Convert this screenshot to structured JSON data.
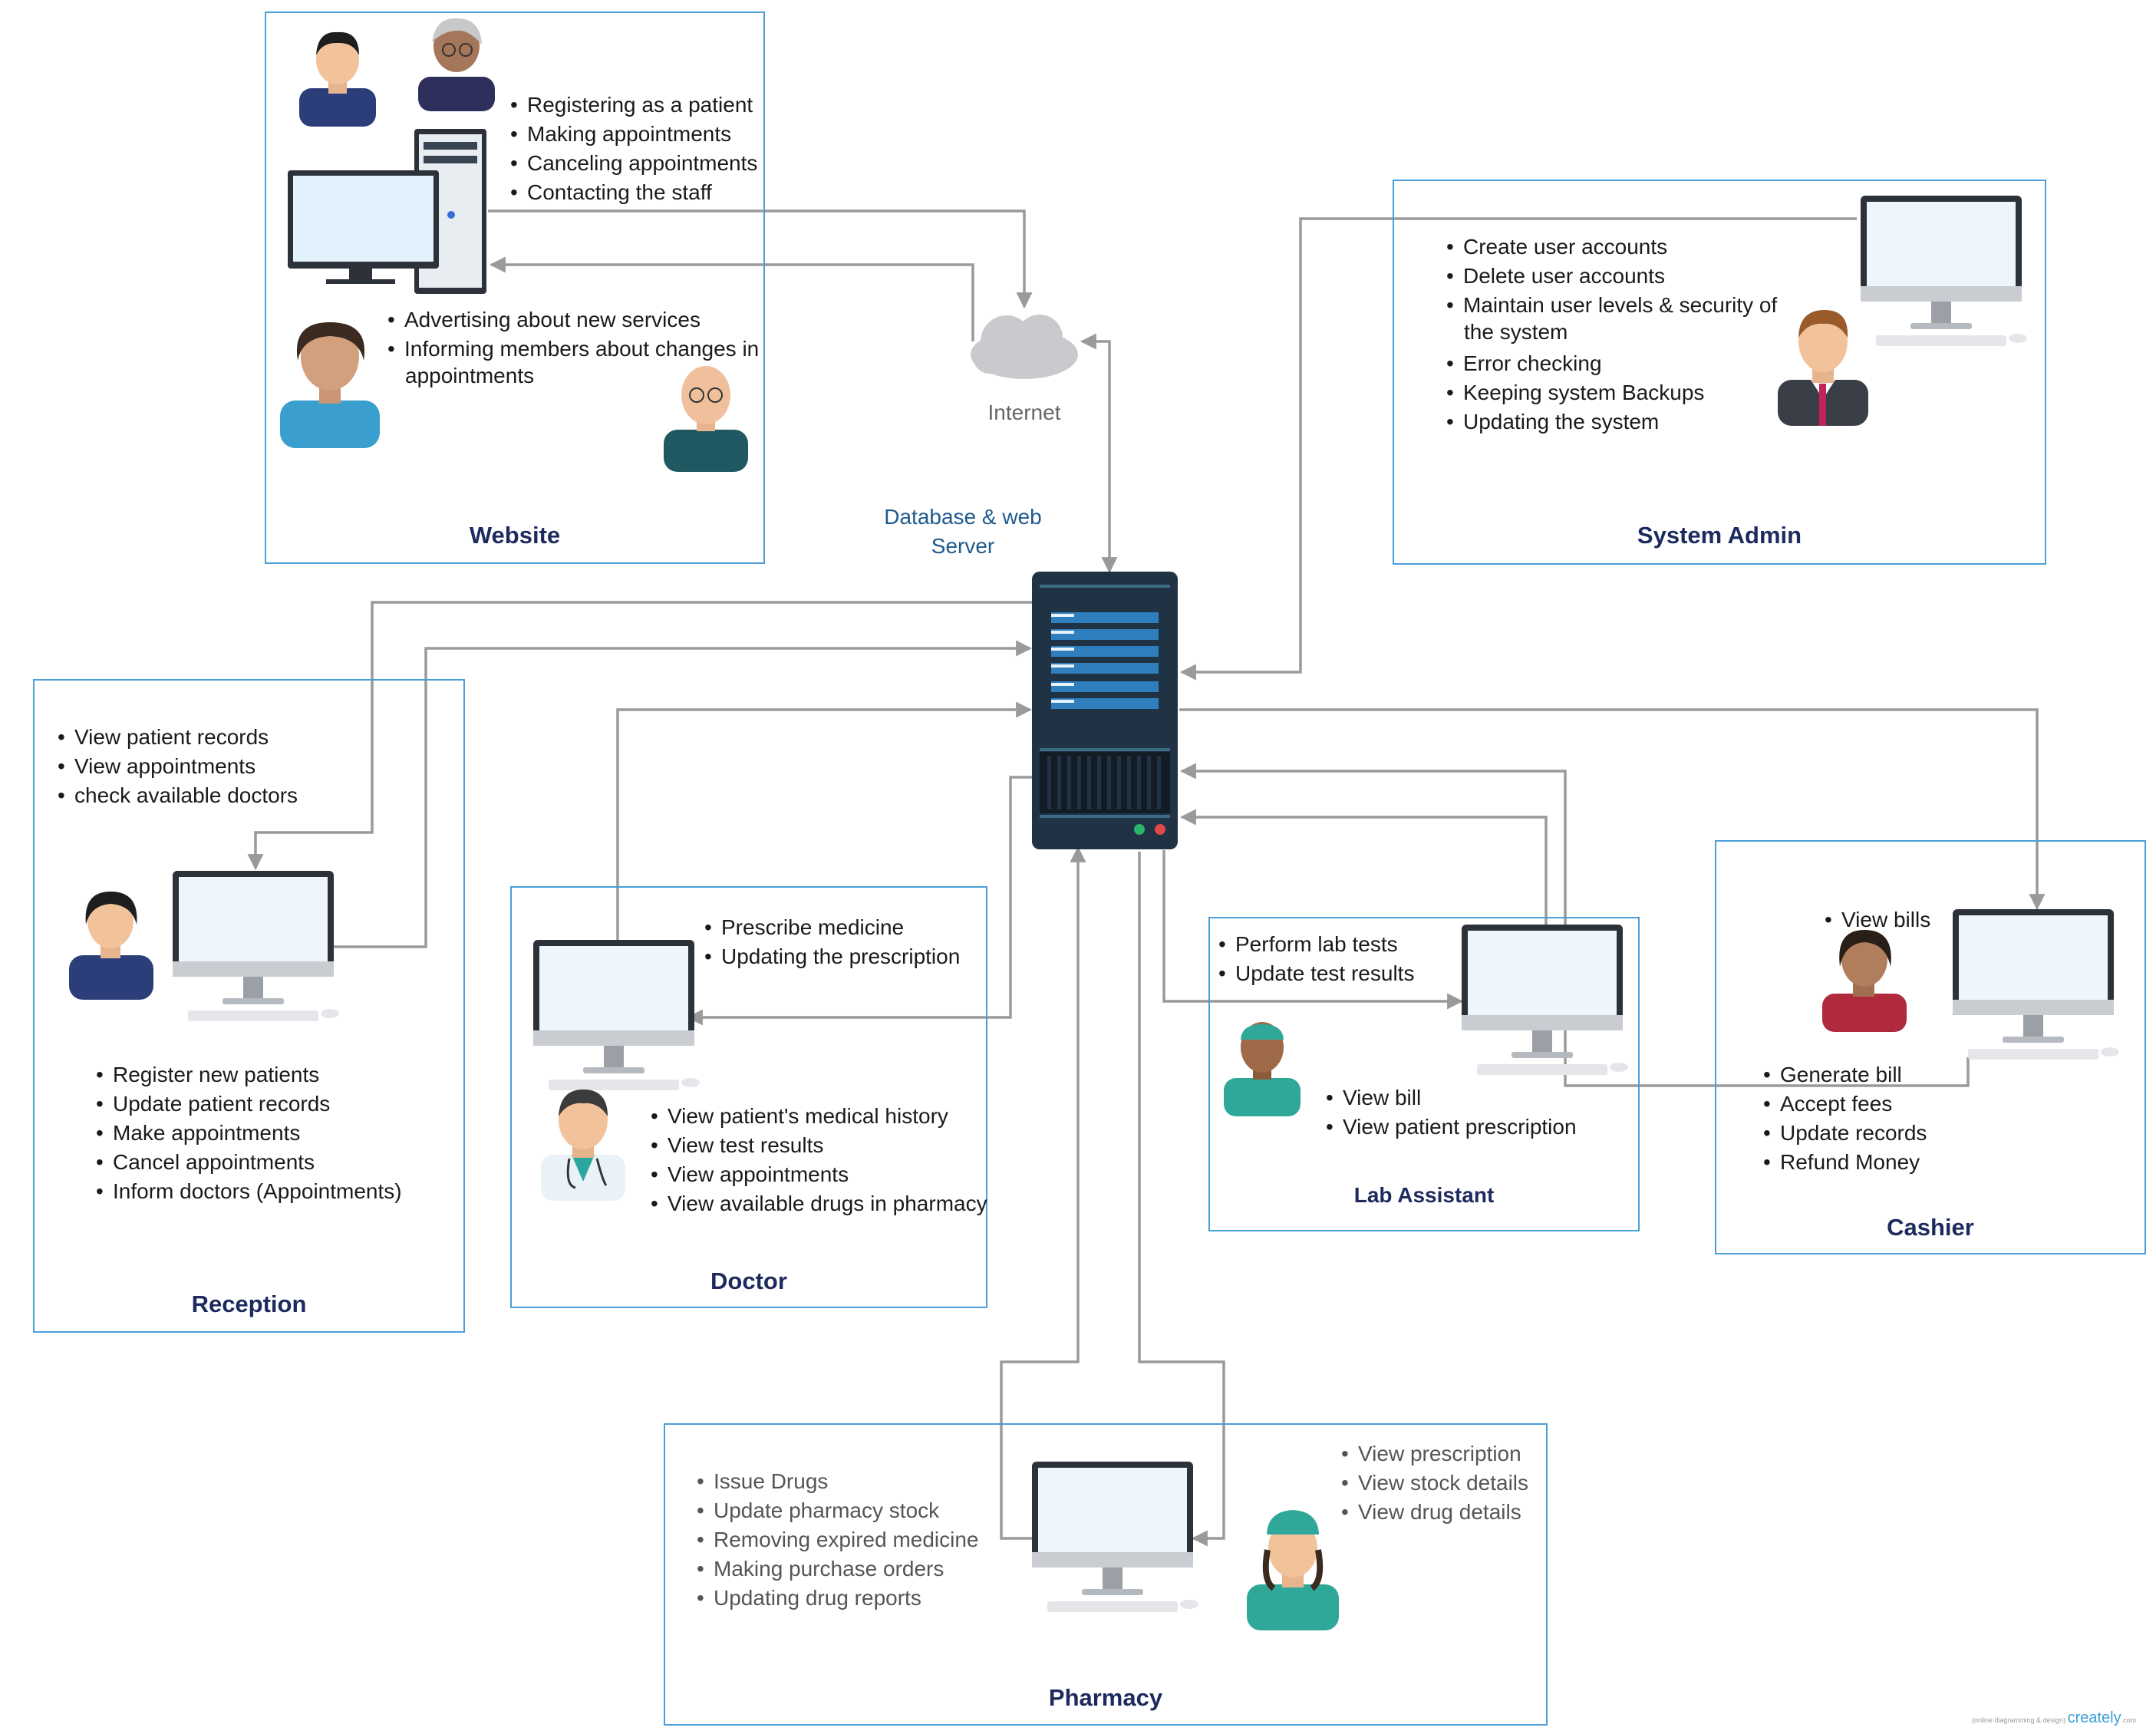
{
  "website": {
    "title": "Website",
    "items_top": [
      "Registering as a patient",
      "Making appointments",
      "Canceling appointments",
      "Contacting the staff"
    ],
    "items_bottom": [
      "Advertising about new services",
      "Informing members about changes in",
      "appointments"
    ]
  },
  "internet": {
    "label": "Internet"
  },
  "server": {
    "label_line1": "Database & web",
    "label_line2": "Server"
  },
  "system_admin": {
    "title": "System Admin",
    "items": [
      "Create user accounts",
      "Delete user accounts",
      "Maintain user levels & security of",
      "the system",
      "Error checking",
      "Keeping system Backups",
      "Updating the system"
    ]
  },
  "reception": {
    "title": "Reception",
    "items_top": [
      "View patient records",
      "View appointments",
      "check available doctors"
    ],
    "items_bottom": [
      "Register new patients",
      "Update patient records",
      "Make appointments",
      "Cancel appointments",
      "Inform doctors (Appointments)"
    ]
  },
  "doctor": {
    "title": "Doctor",
    "items_top": [
      "Prescribe medicine",
      "Updating the prescription"
    ],
    "items_bottom": [
      "View patient's medical history",
      "View test results",
      "View appointments",
      "View available drugs in pharmacy"
    ]
  },
  "lab_assistant": {
    "title": "Lab Assistant",
    "items_top": [
      "Perform lab tests",
      "Update test results"
    ],
    "items_bottom": [
      "View bill",
      "View patient prescription"
    ]
  },
  "cashier": {
    "title": "Cashier",
    "items_top": [
      "View bills"
    ],
    "items_bottom": [
      "Generate bill",
      "Accept fees",
      "Update records",
      "Refund Money"
    ]
  },
  "pharmacy": {
    "title": "Pharmacy",
    "items_left": [
      "Issue Drugs",
      "Update pharmacy stock",
      "Removing expired medicine",
      "Making purchase orders",
      "Updating drug reports"
    ],
    "items_right": [
      "View prescription",
      "View stock details",
      "View drug details"
    ]
  },
  "watermark": {
    "tagline": "(online diagramming & design)",
    "brand": "creately",
    "suffix": ".com"
  },
  "colors": {
    "box_border": "#4a9fd8",
    "title": "#1c2a5e",
    "server_label": "#1f5a8c",
    "connector": "#9a9a9a",
    "server_body": "#1f3344"
  }
}
